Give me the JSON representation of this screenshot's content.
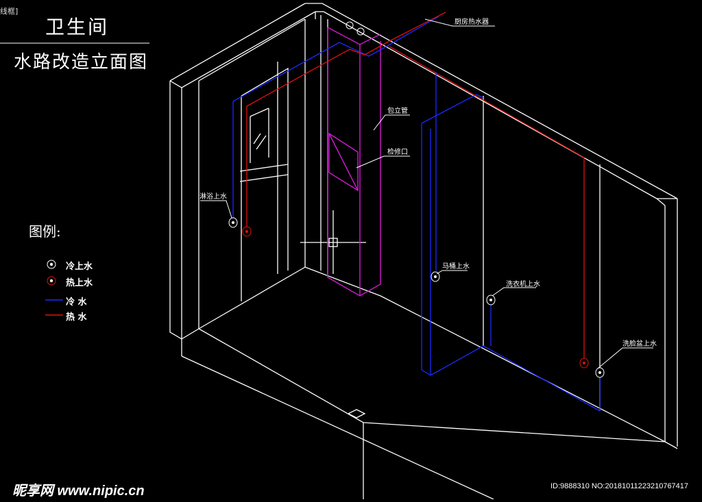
{
  "header": {
    "tag": "线框]",
    "title": "卫生间",
    "subtitle": "水路改造立面图"
  },
  "legend": {
    "title": "图例:",
    "items": [
      {
        "label": "冷上水",
        "kind": "outlet-cold"
      },
      {
        "label": "热上水",
        "kind": "outlet-hot"
      },
      {
        "label": "冷 水",
        "kind": "line-cold"
      },
      {
        "label": "热 水",
        "kind": "line-hot"
      }
    ]
  },
  "annotations": {
    "water_heater": "厨房热水器",
    "pipe_box": "包立管",
    "access_port": "检修口",
    "shower": "淋浴上水",
    "toilet": "马桶上水",
    "washer": "洗衣机上水",
    "basin": "洗脸盆上水"
  },
  "colors": {
    "background": "#000000",
    "wall": "#ffffff",
    "cold": "#1a2cff",
    "hot": "#e01010",
    "box": "#d21bd2"
  },
  "footer": {
    "watermark": "昵享网 www.nipic.cn",
    "id": "ID:9888310 NO:20181011223210767417"
  }
}
